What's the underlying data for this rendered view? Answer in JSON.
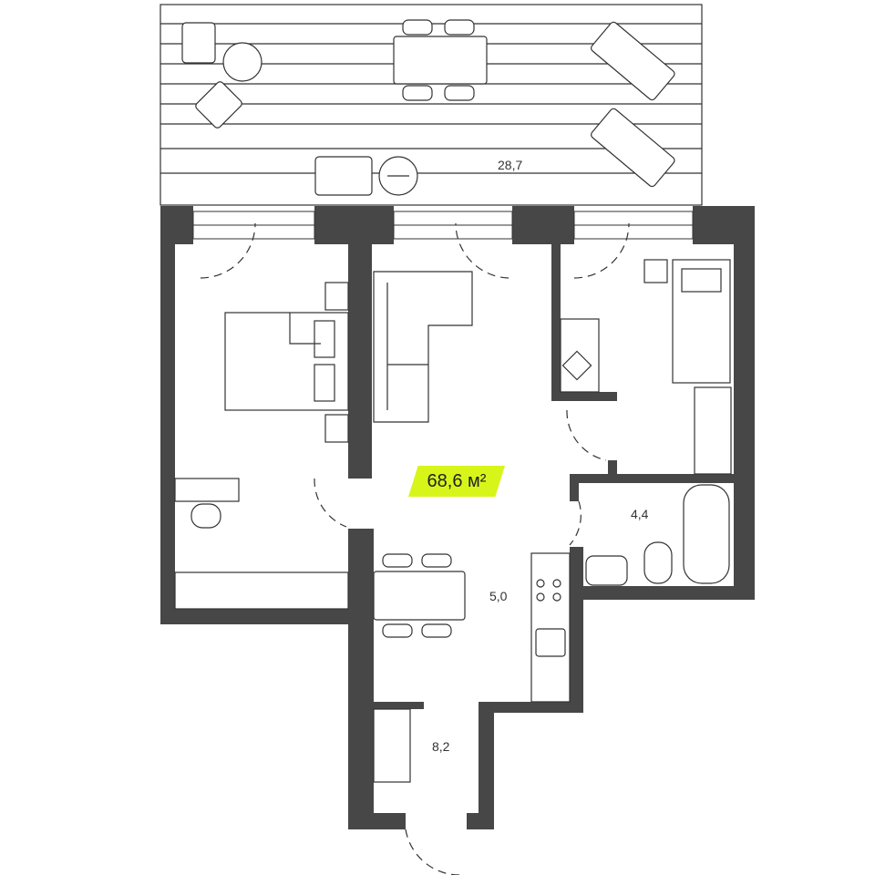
{
  "plan": {
    "total_area": "68,6 м²",
    "rooms": [
      {
        "name": "terrace",
        "area": "28,7"
      },
      {
        "name": "bathroom",
        "area": "4,4"
      },
      {
        "name": "kitchen",
        "area": "5,0"
      },
      {
        "name": "hallway",
        "area": "8,2"
      }
    ]
  },
  "colors": {
    "wall": "#474747",
    "accent": "#d8f51a",
    "line": "#333333"
  }
}
